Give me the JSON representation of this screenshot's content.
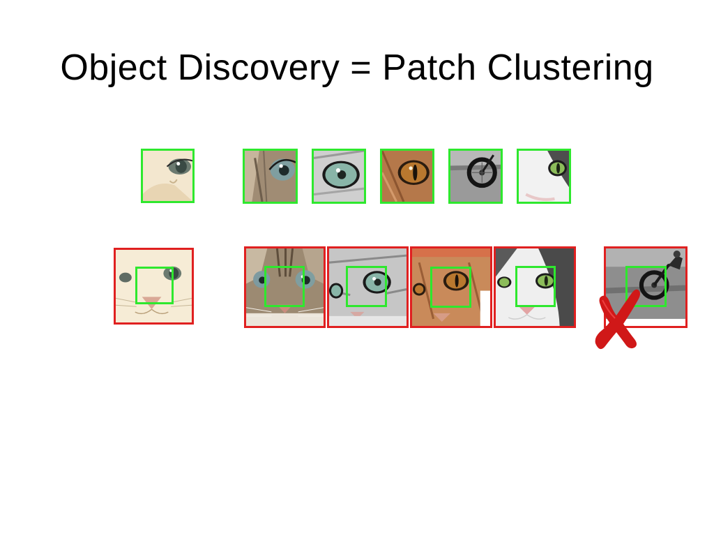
{
  "slide": {
    "title": "Object Discovery = Patch Clustering"
  },
  "colors": {
    "patch_border": "#2ee82e",
    "context_border": "#e02020",
    "reject_mark": "#d01818"
  },
  "patches": [
    {
      "subject": "cat-eye-pale",
      "palette": "pale"
    },
    {
      "subject": "cat-eye-tabby",
      "palette": "tabby"
    },
    {
      "subject": "cat-eye-silver",
      "palette": "silver"
    },
    {
      "subject": "cat-eye-orange",
      "palette": "orange"
    },
    {
      "subject": "motorbike-wheel",
      "palette": "gray"
    },
    {
      "subject": "cat-eye-white",
      "palette": "white"
    }
  ],
  "contexts": [
    {
      "subject": "cat-face-pale",
      "palette": "pale",
      "rejected": false
    },
    {
      "subject": "cat-face-tabby",
      "palette": "tabby",
      "rejected": false
    },
    {
      "subject": "cat-face-silver",
      "palette": "silver",
      "rejected": false
    },
    {
      "subject": "cat-face-orange",
      "palette": "orange",
      "rejected": false
    },
    {
      "subject": "cat-face-white",
      "palette": "white",
      "rejected": false
    },
    {
      "subject": "motorbike",
      "palette": "gray",
      "rejected": true
    }
  ],
  "icons": {
    "reject": "red-cross-icon"
  }
}
